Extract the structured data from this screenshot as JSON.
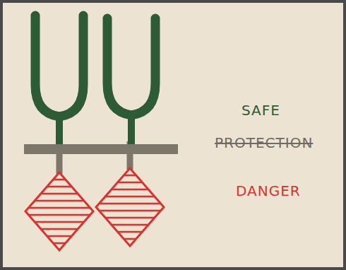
{
  "diagram": {
    "labels": [
      "SAFE",
      "PROTECTION",
      "DANGER"
    ]
  }
}
